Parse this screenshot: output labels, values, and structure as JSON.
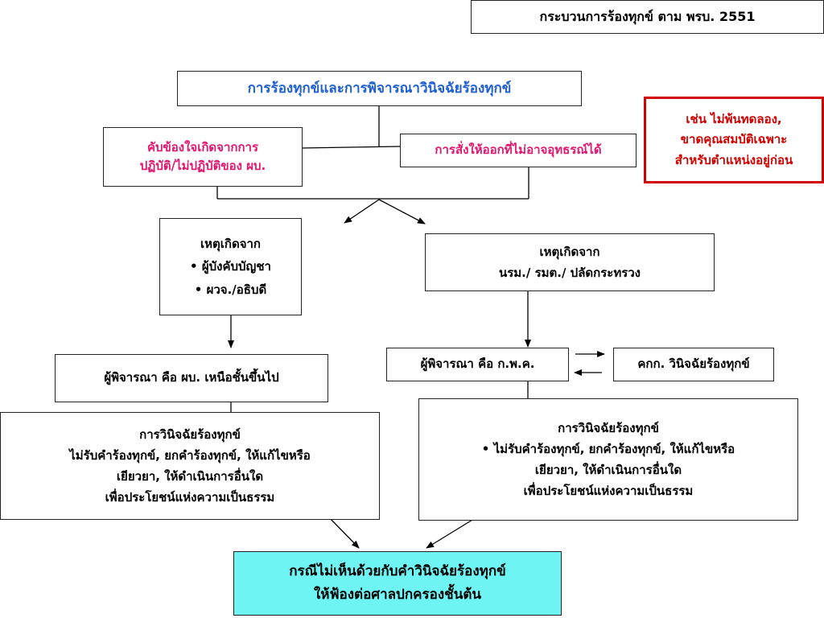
{
  "title": "กระบวนการร้องทุกข์ ตาม พรบ. 2551",
  "main": "การร้องทุกข์และการพิจารณาวินิจฉัยร้องทุกข์",
  "cause_left": [
    "คับข้องใจเกิดจากการ",
    "ปฏิบัติ/ไม่ปฏิบัติของ ผบ."
  ],
  "cause_right": "การสั่งให้ออกที่ไม่อาจอุทธรณ์ได้",
  "example": [
    "เช่น ไม่พ้นทดลอง,",
    "ขาดคุณสมบัติเฉพาะ",
    "สำหรับตำแหน่งอยู่ก่อน"
  ],
  "source_left": {
    "heading": "เหตุเกิดจาก",
    "items": [
      "ผู้บังคับบัญชา",
      "ผวจ./อธิบดี"
    ]
  },
  "source_right": [
    "เหตุเกิดจาก",
    "นรม./ รมต./ ปลัดกระทรวง"
  ],
  "reviewer_left": "ผู้พิจารณา คือ ผบ. เหนือชั้นขึ้นไป",
  "reviewer_right": "ผู้พิจารณา คือ ก.พ.ค.",
  "committee": "คกก. วินิจฉัยร้องทุกข์",
  "decision_left": [
    "การวินิจฉัยร้องทุกข์",
    "ไม่รับคำร้องทุกข์, ยกคำร้องทุกข์, ให้แก้ไขหรือ",
    "เยียวยา, ให้ดำเนินการอื่นใด",
    "เพื่อประโยชน์แห่งความเป็นธรรม"
  ],
  "decision_right": [
    "การวินิจฉัยร้องทุกข์",
    "ไม่รับคำร้องทุกข์, ยกคำร้องทุกข์, ให้แก้ไขหรือ",
    "เยียวยา, ให้ดำเนินการอื่นใด",
    "เพื่อประโยชน์แห่งความเป็นธรรม"
  ],
  "final": [
    "กรณีไม่เห็นด้วยกับคำวินิจฉัยร้องทุกข์",
    "ให้ฟ้องต่อศาลปกครองชั้นต้น"
  ],
  "colors": {
    "main_text": "#1f5fd1",
    "cause_text": "#e0166f",
    "example_text": "#d10000",
    "example_border": "#d10000",
    "final_fill": "#6ff4f4"
  }
}
